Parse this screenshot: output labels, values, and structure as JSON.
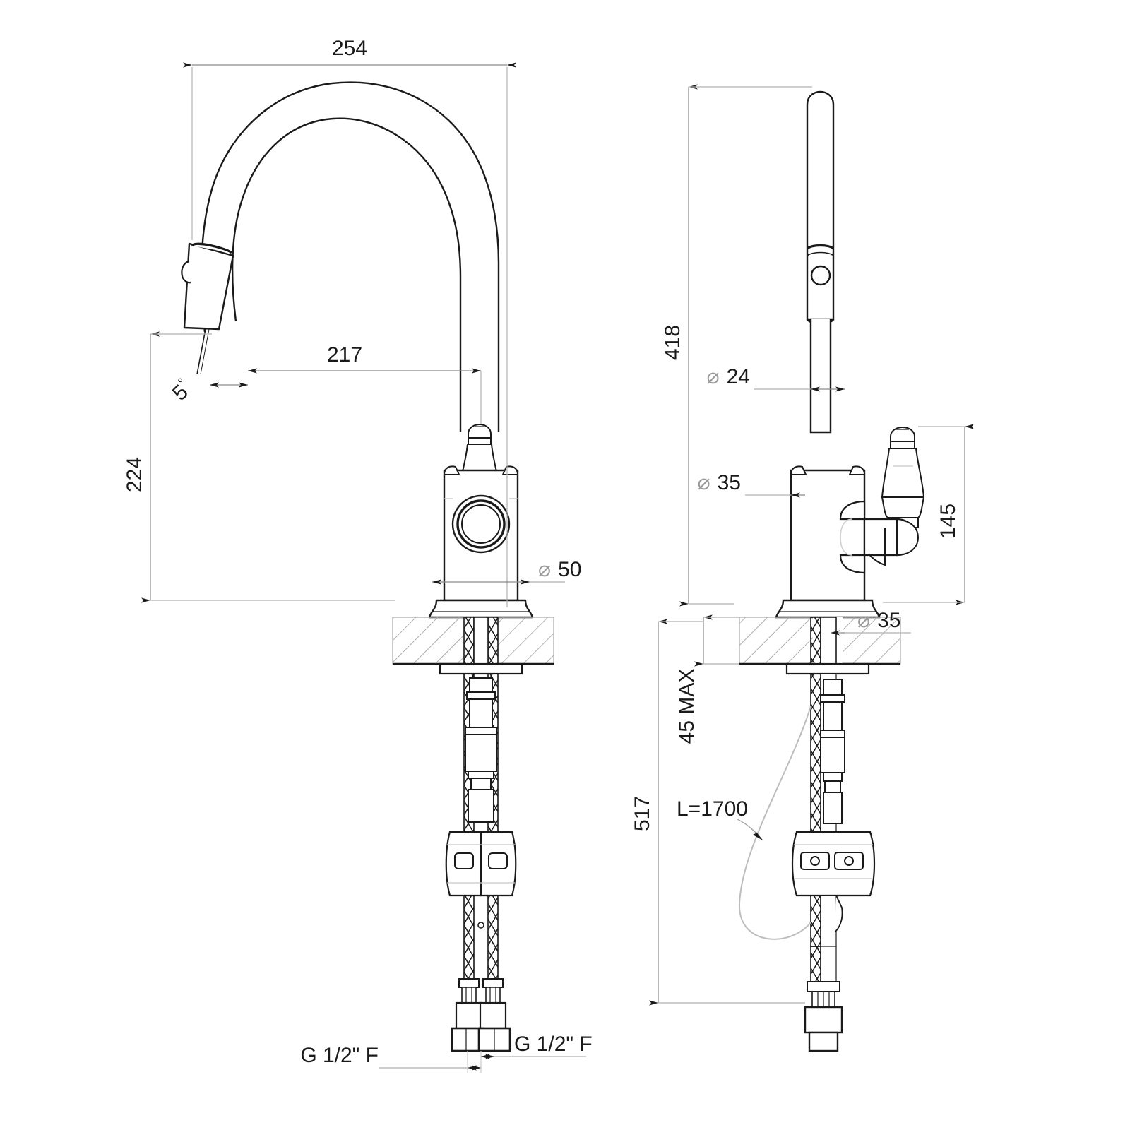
{
  "drawing": {
    "type": "technical-dimension-drawing",
    "subject": "pull-down kitchen mixer tap with single lever handle",
    "units": "mm",
    "views": [
      {
        "name": "front-view",
        "position": "left"
      },
      {
        "name": "side-view",
        "position": "right"
      }
    ],
    "line_color": "#1a1a1a",
    "dimension_line_color": "#8a8a8a",
    "hatch_color": "#9a9a9a",
    "background": "#ffffff"
  },
  "dimensions": {
    "front": {
      "overall_reach": "254",
      "spout_reach": "217",
      "spout_angle": "5",
      "spout_height": "224",
      "base_diameter": "50",
      "inlet_left": "G 1/2\" F",
      "inlet_right": "G 1/2\" F"
    },
    "side": {
      "overall_height": "418",
      "wand_diameter": "24",
      "body_diameter": "35",
      "handle_height": "145",
      "deck_hole_diameter": "35",
      "deck_thickness": "45 MAX",
      "below_deck_length": "517",
      "hose_length": "L=1700"
    }
  },
  "symbols": {
    "diameter": "⌀",
    "degree": "°"
  }
}
